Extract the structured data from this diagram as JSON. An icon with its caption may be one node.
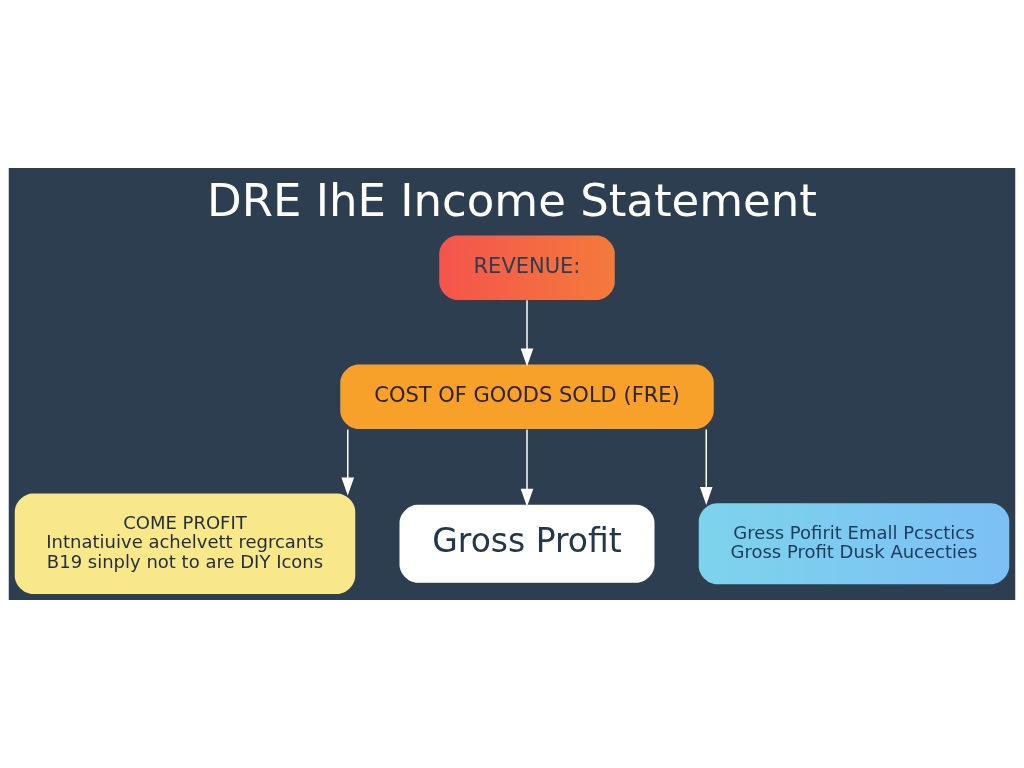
{
  "diagram": {
    "title": "DRE IhE Income Statement",
    "nodes": [
      {
        "text": [
          "REVENUE:"
        ]
      },
      {
        "text": [
          "COST OF GOODS SOLD (FRE)"
        ]
      },
      {
        "text": [
          "COME PROFIT",
          "Intnatiuive achelvett regrcants",
          "B19 sinply not to are DIY Icons"
        ]
      },
      {
        "text": [
          "Gross Profit"
        ]
      },
      {
        "text": [
          "Gress Pofirit Emall Pcsctics",
          "Gross Profit Dusk Aucecties"
        ]
      }
    ],
    "edges": [
      {
        "from": 0,
        "to": 1,
        "arrow": "to"
      },
      {
        "from": 1,
        "to": 2,
        "arrow": "to"
      },
      {
        "from": 1,
        "to": 3,
        "arrow": "to"
      },
      {
        "from": 1,
        "to": 4,
        "arrow": "to"
      }
    ]
  }
}
